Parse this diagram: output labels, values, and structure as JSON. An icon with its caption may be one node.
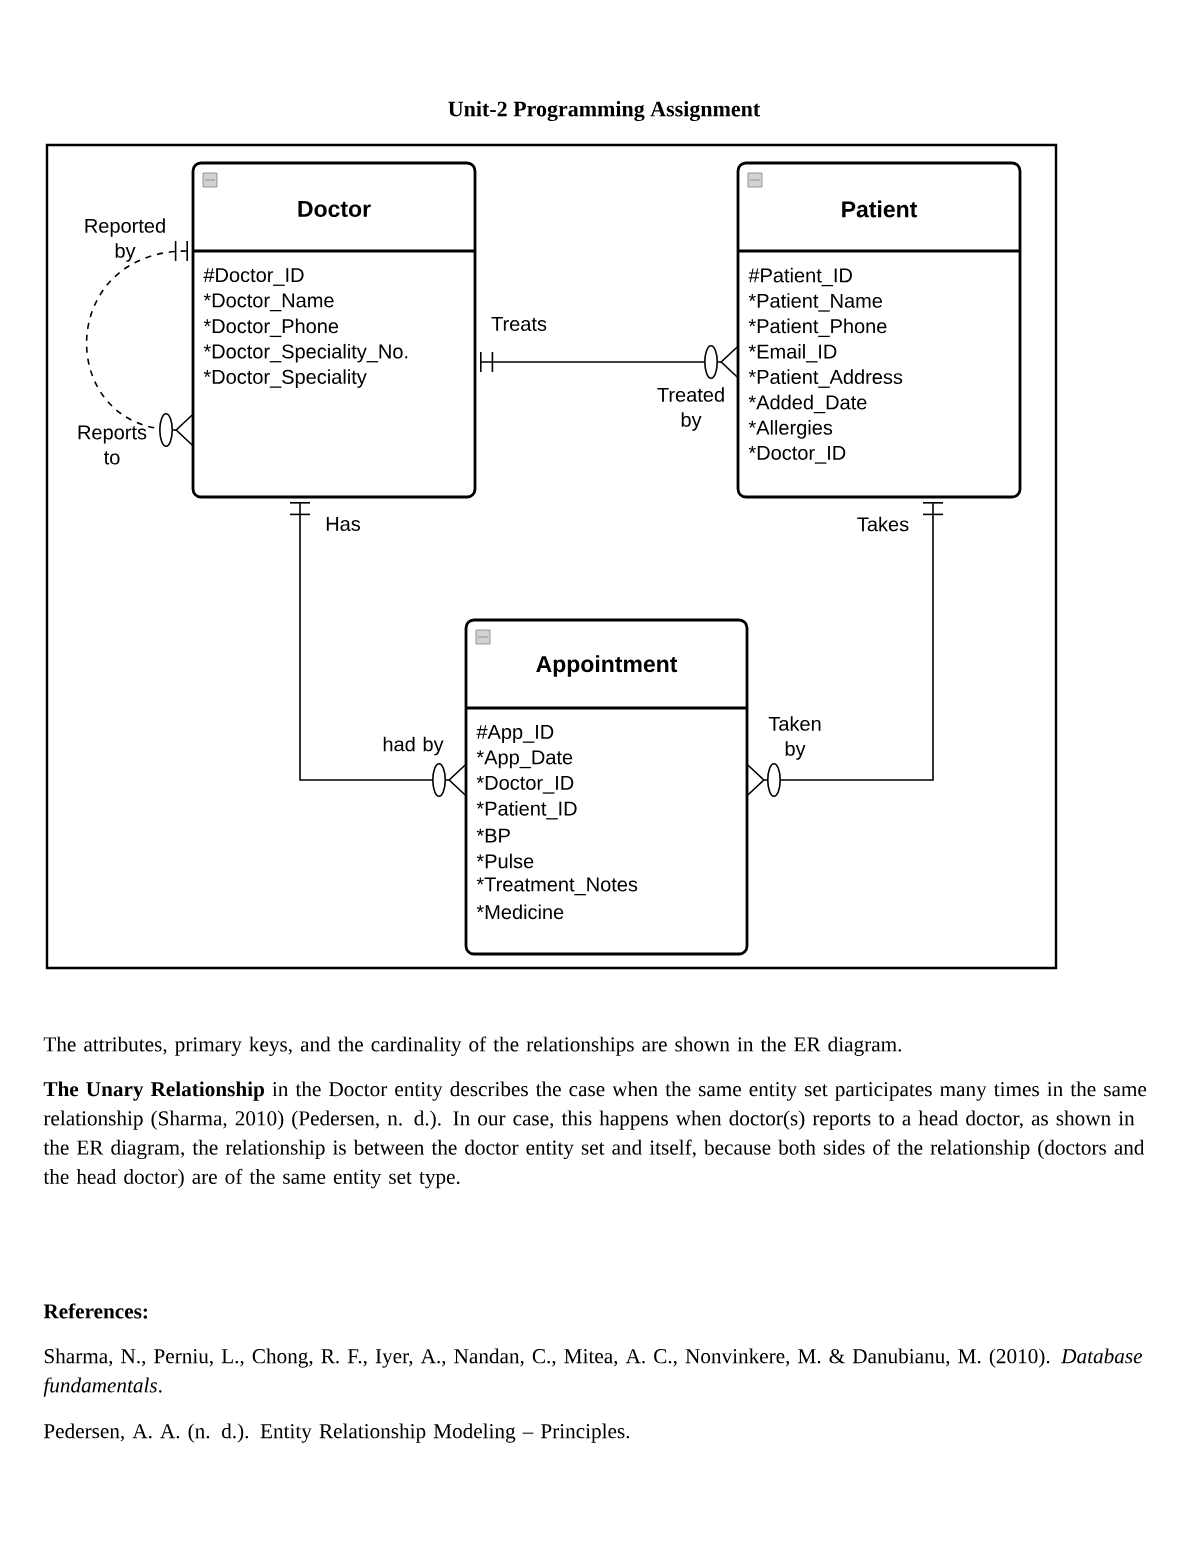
{
  "diagram": {
    "title": "Unit-2 Programming Assignment",
    "nodes": [
      {
        "text": [
          "Doctor",
          "#Doctor_ID",
          "*Doctor_Name",
          "*Doctor_Phone",
          "*Doctor_Speciality_No.",
          "*Doctor_Speciality"
        ]
      },
      {
        "text": [
          "Patient",
          "#Patient_ID",
          "*Patient_Name",
          "*Patient_Phone",
          "*Email_ID",
          "*Patient_Address",
          "*Added_Date",
          "*Allergies",
          "*Doctor_ID"
        ]
      },
      {
        "text": [
          "Appointment",
          "#App_ID",
          "*App_Date",
          "*Doctor_ID",
          "*Patient_ID",
          "*BP",
          "*Pulse",
          "*Treatment_Notes",
          "*Medicine"
        ]
      }
    ],
    "edges": [
      {
        "from": 0,
        "to": 0,
        "arrow": "other",
        "style": "dashed"
      },
      {
        "from": 0,
        "to": 1,
        "arrow": "other"
      },
      {
        "from": 0,
        "to": 2,
        "arrow": "other"
      },
      {
        "from": 1,
        "to": 2,
        "arrow": "other"
      }
    ],
    "labels": [
      "Reported by",
      "Treats",
      "Reports to",
      "Treated by",
      "Has",
      "Takes",
      "Taken by",
      "had by",
      "The attributes, primary keys, and the cardinality of the relationships are shown in the ER diagram.",
      "**The Unary Relationship** in the Doctor entity describes the case when the same entity set participates many times in the same relationship (Sharma, 2010) (Pedersen, n. d.). In our case, this happens when doctor(s) reports to a head doctor, as shown in the ER diagram, the relationship is between the doctor entity set and itself, because both sides of the relationship (doctors and the head doctor) are of the same entity set type.",
      "References:",
      "Sharma, N., Perniu, L., Chong, R. F., Iyer, A., Nandan, C., Mitea, A. C., Nonvinkere, M. & Danubianu, M. (2010). *Database fundamentals*.",
      "Pedersen, A. A. (n. d.). Entity Relationship Modeling – Principles."
    ]
  }
}
